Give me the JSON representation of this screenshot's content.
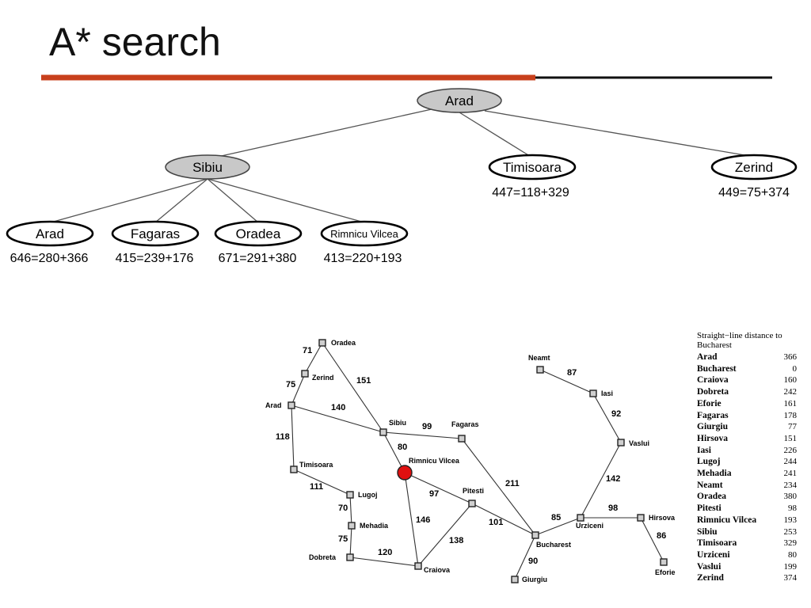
{
  "slide": {
    "title": "A* search"
  },
  "tree": {
    "nodes": [
      {
        "id": "root-arad",
        "label": "Arad",
        "value": "",
        "filled": true
      },
      {
        "id": "sibiu",
        "label": "Sibiu",
        "value": "",
        "filled": true
      },
      {
        "id": "timisoara",
        "label": "Timisoara",
        "value": "447=118+329",
        "filled": false
      },
      {
        "id": "zerind",
        "label": "Zerind",
        "value": "449=75+374",
        "filled": false
      },
      {
        "id": "arad2",
        "label": "Arad",
        "value": "646=280+366",
        "filled": false
      },
      {
        "id": "fagaras",
        "label": "Fagaras",
        "value": "415=239+176",
        "filled": false
      },
      {
        "id": "oradea",
        "label": "Oradea",
        "value": "671=291+380",
        "filled": false
      },
      {
        "id": "rimnicu",
        "label": "Rimnicu Vilcea",
        "value": "413=220+193",
        "filled": false
      }
    ]
  },
  "map": {
    "cities": [
      {
        "id": "oradea",
        "label": "Oradea"
      },
      {
        "id": "zerind",
        "label": "Zerind"
      },
      {
        "id": "arad",
        "label": "Arad"
      },
      {
        "id": "timisoara",
        "label": "Timisoara"
      },
      {
        "id": "lugoj",
        "label": "Lugoj"
      },
      {
        "id": "mehadia",
        "label": "Mehadia"
      },
      {
        "id": "dobreta",
        "label": "Dobreta"
      },
      {
        "id": "craiova",
        "label": "Craiova"
      },
      {
        "id": "sibiu",
        "label": "Sibiu"
      },
      {
        "id": "rimnicu",
        "label": "Rimnicu Vilcea"
      },
      {
        "id": "fagaras",
        "label": "Fagaras"
      },
      {
        "id": "pitesti",
        "label": "Pitesti"
      },
      {
        "id": "bucharest",
        "label": "Bucharest"
      },
      {
        "id": "giurgiu",
        "label": "Giurgiu"
      },
      {
        "id": "urziceni",
        "label": "Urziceni"
      },
      {
        "id": "hirsova",
        "label": "Hirsova"
      },
      {
        "id": "eforie",
        "label": "Eforie"
      },
      {
        "id": "vaslui",
        "label": "Vaslui"
      },
      {
        "id": "iasi",
        "label": "Iasi"
      },
      {
        "id": "neamt",
        "label": "Neamt"
      }
    ],
    "roads": [
      {
        "id": "oradea-zerind",
        "distance": "71"
      },
      {
        "id": "zerind-arad",
        "distance": "75"
      },
      {
        "id": "oradea-sibiu",
        "distance": "151"
      },
      {
        "id": "arad-sibiu",
        "distance": "140"
      },
      {
        "id": "arad-timisoara",
        "distance": "118"
      },
      {
        "id": "timisoara-lugoj",
        "distance": "111"
      },
      {
        "id": "lugoj-mehadia",
        "distance": "70"
      },
      {
        "id": "mehadia-dobreta",
        "distance": "75"
      },
      {
        "id": "dobreta-craiova",
        "distance": "120"
      },
      {
        "id": "sibiu-fagaras",
        "distance": "99"
      },
      {
        "id": "sibiu-rimnicu",
        "distance": "80"
      },
      {
        "id": "rimnicu-pitesti",
        "distance": "97"
      },
      {
        "id": "rimnicu-craiova",
        "distance": "146"
      },
      {
        "id": "craiova-pitesti",
        "distance": "138"
      },
      {
        "id": "pitesti-bucharest",
        "distance": "101"
      },
      {
        "id": "fagaras-bucharest",
        "distance": "211"
      },
      {
        "id": "bucharest-giurgiu",
        "distance": "90"
      },
      {
        "id": "bucharest-urziceni",
        "distance": "85"
      },
      {
        "id": "urziceni-hirsova",
        "distance": "98"
      },
      {
        "id": "hirsova-eforie",
        "distance": "86"
      },
      {
        "id": "urziceni-vaslui",
        "distance": "142"
      },
      {
        "id": "vaslui-iasi",
        "distance": "92"
      },
      {
        "id": "iasi-neamt",
        "distance": "87"
      }
    ],
    "current_city": "Rimnicu Vilcea"
  },
  "legend": {
    "heading": "Straight−line distance to Bucharest",
    "rows": [
      {
        "city": "Arad",
        "value": "366"
      },
      {
        "city": "Bucharest",
        "value": "0"
      },
      {
        "city": "Craiova",
        "value": "160"
      },
      {
        "city": "Dobreta",
        "value": "242"
      },
      {
        "city": "Eforie",
        "value": "161"
      },
      {
        "city": "Fagaras",
        "value": "178"
      },
      {
        "city": "Giurgiu",
        "value": "77"
      },
      {
        "city": "Hirsova",
        "value": "151"
      },
      {
        "city": "Iasi",
        "value": "226"
      },
      {
        "city": "Lugoj",
        "value": "244"
      },
      {
        "city": "Mehadia",
        "value": "241"
      },
      {
        "city": "Neamt",
        "value": "234"
      },
      {
        "city": "Oradea",
        "value": "380"
      },
      {
        "city": "Pitesti",
        "value": "98"
      },
      {
        "city": "Rimnicu Vilcea",
        "value": "193"
      },
      {
        "city": "Sibiu",
        "value": "253"
      },
      {
        "city": "Timisoara",
        "value": "329"
      },
      {
        "city": "Urziceni",
        "value": "80"
      },
      {
        "city": "Vaslui",
        "value": "199"
      },
      {
        "city": "Zerind",
        "value": "374"
      }
    ]
  },
  "colors": {
    "accent_rule": "#c8401c",
    "filled_node": "#c8c8c8",
    "current_marker": "#e01010"
  }
}
